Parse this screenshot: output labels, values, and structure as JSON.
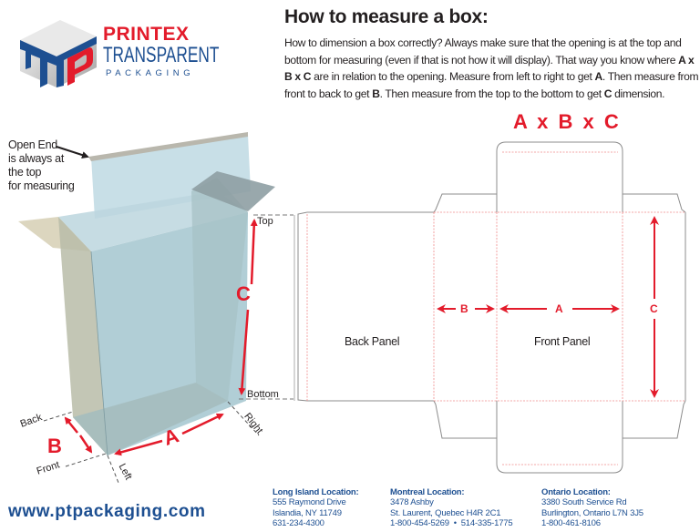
{
  "brand": {
    "word1": "PRINTEX",
    "word2": "TRANSPARENT",
    "word3": "PACKAGING",
    "colors": {
      "red": "#e31b2b",
      "blue": "#1d4f91"
    }
  },
  "header": {
    "title": "How to measure a box:",
    "intro": {
      "p1": "How to dimension a box correctly?  Always make sure that the opening is at the top and bottom for measuring (even if that is not how it will display). That way you know where ",
      "abc": "A x B x C",
      "p2": " are in relation to the opening. Measure from left to right to get ",
      "a": "A",
      "p3": ".  Then measure from front to back to get ",
      "b": "B",
      "p4": ".  Then measure from the top to the bottom to get ",
      "c": "C",
      "p5": " dimension."
    }
  },
  "box_illustration": {
    "open_end_note": [
      "Open End",
      "is always at",
      "the top",
      "for measuring"
    ],
    "labels": {
      "top": "Top",
      "bottom": "Bottom",
      "back": "Back",
      "front": "Front",
      "left": "Left",
      "right": "Right",
      "a": "A",
      "b": "B",
      "c": "C"
    }
  },
  "dieline": {
    "formula": "A x B x C",
    "back_panel": "Back Panel",
    "front_panel": "Front Panel",
    "dim_a": "A",
    "dim_b": "B",
    "dim_c": "C"
  },
  "footer": {
    "website": "www.ptpackaging.com",
    "locations": [
      {
        "name": "Long Island Location:",
        "line1": "555 Raymond Drive",
        "line2": "Islandia, NY 11749",
        "phone": "631-234-4300"
      },
      {
        "name": "Montreal Location:",
        "line1": "3478 Ashby",
        "line2": "St. Laurent, Quebec H4R 2C1",
        "phone": "1-800-454-5269  •  514-335-1775"
      },
      {
        "name": "Ontario Location:",
        "line1": "3380 South Service Rd",
        "line2": "Burlington, Ontario L7N 3J5",
        "phone": "1-800-461-8106"
      }
    ]
  }
}
